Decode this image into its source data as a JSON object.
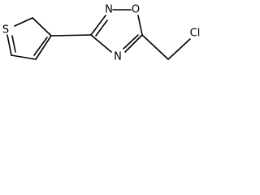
{
  "molecule": {
    "atoms": {
      "thiophene_s": "S",
      "ring_n_top": "N",
      "ring_o": "O",
      "ring_n_bottom": "N",
      "chlorine": "Cl"
    }
  }
}
